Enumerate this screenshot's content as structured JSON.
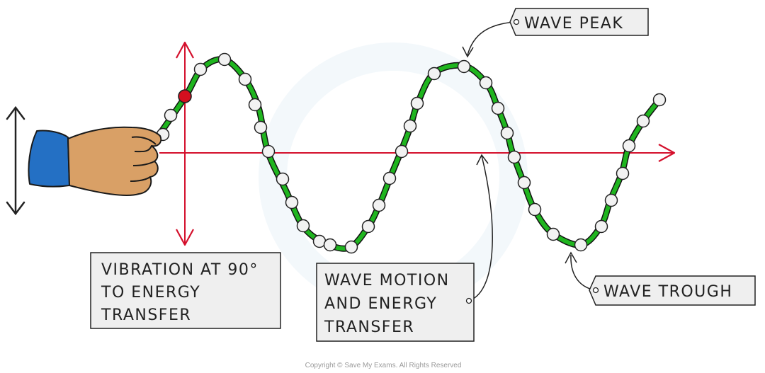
{
  "labels": {
    "vibration": [
      "VIBRATION AT 90°",
      "TO ENERGY",
      "TRANSFER"
    ],
    "wave_motion": [
      "WAVE MOTION",
      "AND ENERGY",
      "TRANSFER"
    ],
    "wave_peak": "WAVE PEAK",
    "wave_trough": "WAVE TROUGH"
  },
  "copyright": "Copyright © Save My Exams. All Rights Reserved",
  "colors": {
    "wave": "#1fb51f",
    "axis": "#d4102c",
    "bead_fill": "#f2f2f2",
    "highlight_bead": "#d40f1f",
    "sleeve": "#2470c4",
    "skin": "#d9a066",
    "label_bg": "#efefef"
  },
  "icons": {
    "hand": "hand-holding-rope-icon",
    "vertical_arrow": "double-headed-vertical-arrow-icon"
  }
}
